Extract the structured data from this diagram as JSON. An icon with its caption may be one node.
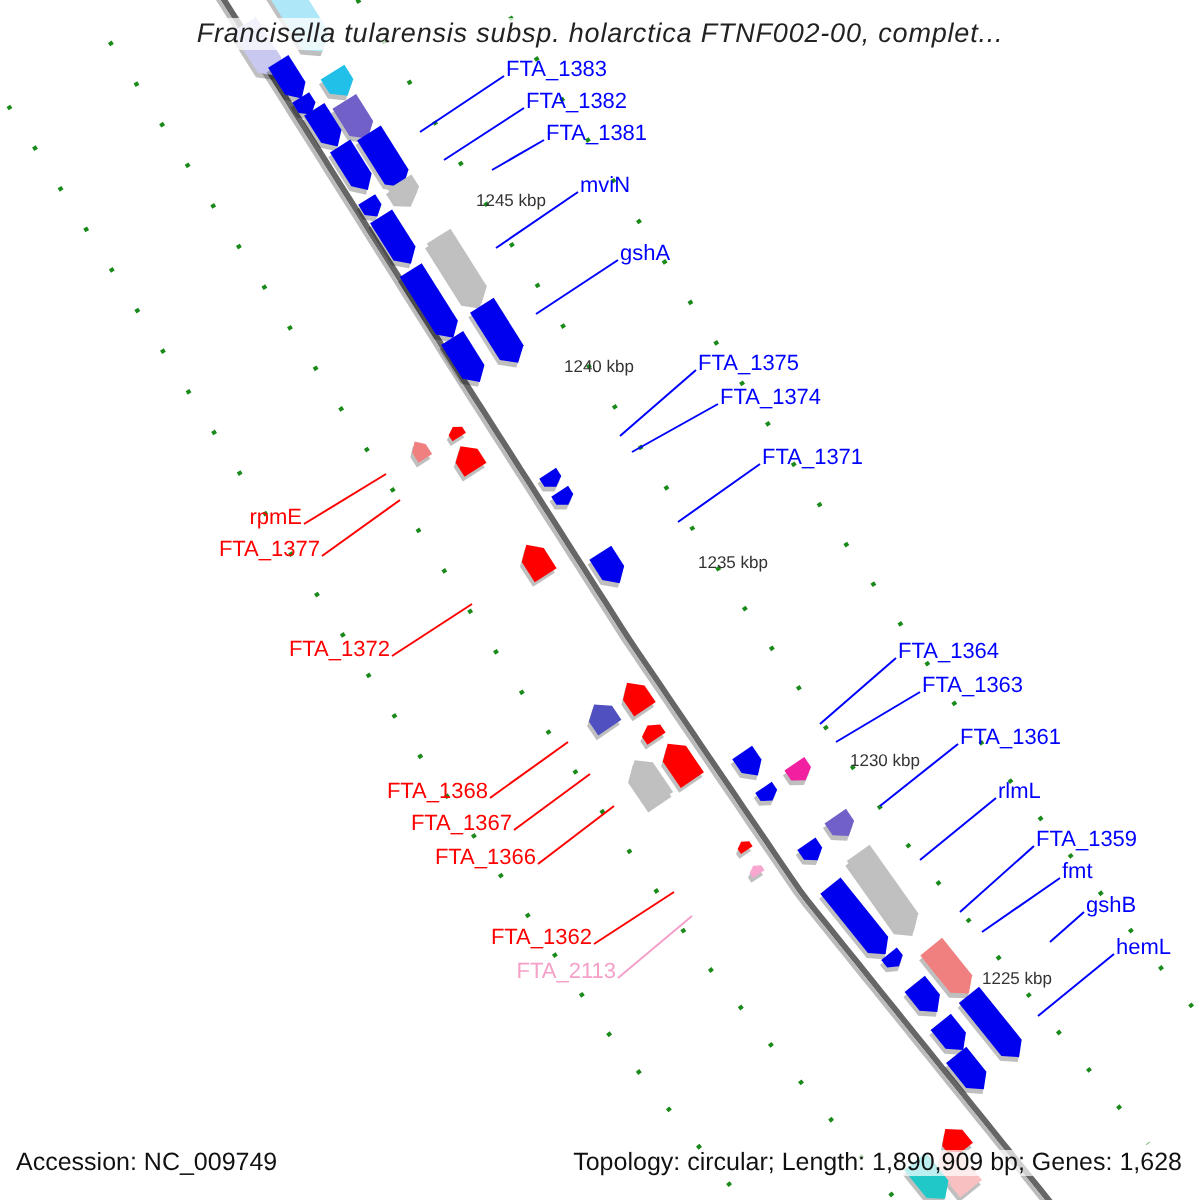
{
  "diagram": {
    "title": "Francisella tularensis subsp. holarctica FTNF002-00, complet...",
    "nodes": [
      {
        "text": [
          "FTA_1383"
        ]
      },
      {
        "text": [
          "FTA_1382"
        ]
      },
      {
        "text": [
          "FTA_1381"
        ]
      },
      {
        "text": [
          "mviN"
        ]
      },
      {
        "text": [
          "gshA"
        ]
      },
      {
        "text": [
          "FTA_1375"
        ]
      },
      {
        "text": [
          "FTA_1374"
        ]
      },
      {
        "text": [
          "FTA_1371"
        ]
      },
      {
        "text": [
          "rpmE"
        ]
      },
      {
        "text": [
          "FTA_1377"
        ]
      },
      {
        "text": [
          "FTA_1372"
        ]
      },
      {
        "text": [
          "FTA_1364"
        ]
      },
      {
        "text": [
          "FTA_1363"
        ]
      },
      {
        "text": [
          "FTA_1361"
        ]
      },
      {
        "text": [
          "FTA_1368"
        ]
      },
      {
        "text": [
          "rlmL"
        ]
      },
      {
        "text": [
          "FTA_1367"
        ]
      },
      {
        "text": [
          "FTA_1359"
        ]
      },
      {
        "text": [
          "FTA_1366"
        ]
      },
      {
        "text": [
          "fmt"
        ]
      },
      {
        "text": [
          "gshB"
        ]
      },
      {
        "text": [
          "FTA_1362"
        ]
      },
      {
        "text": [
          "hemL"
        ]
      },
      {
        "text": [
          "FTA_2113"
        ]
      }
    ],
    "edges": [
      {
        "from": 0,
        "to": null,
        "arrow": "none"
      },
      {
        "from": 1,
        "to": null,
        "arrow": "none"
      },
      {
        "from": 2,
        "to": null,
        "arrow": "none"
      },
      {
        "from": 3,
        "to": null,
        "arrow": "none"
      },
      {
        "from": 4,
        "to": null,
        "arrow": "none"
      },
      {
        "from": 5,
        "to": null,
        "arrow": "none"
      },
      {
        "from": 6,
        "to": null,
        "arrow": "none"
      },
      {
        "from": 7,
        "to": null,
        "arrow": "none"
      },
      {
        "from": 8,
        "to": null,
        "arrow": "none",
        "color": "#ff0000"
      },
      {
        "from": 9,
        "to": null,
        "arrow": "none",
        "color": "#ff0000"
      },
      {
        "from": 10,
        "to": null,
        "arrow": "none",
        "color": "#ff0000"
      },
      {
        "from": 11,
        "to": null,
        "arrow": "none"
      },
      {
        "from": 12,
        "to": null,
        "arrow": "none"
      },
      {
        "from": 13,
        "to": null,
        "arrow": "none"
      },
      {
        "from": 14,
        "to": null,
        "arrow": "none",
        "color": "#ff0000"
      },
      {
        "from": 15,
        "to": null,
        "arrow": "none"
      },
      {
        "from": 16,
        "to": null,
        "arrow": "none",
        "color": "#ff0000"
      },
      {
        "from": 17,
        "to": null,
        "arrow": "none"
      },
      {
        "from": 18,
        "to": null,
        "arrow": "none",
        "color": "#ff0000"
      },
      {
        "from": 19,
        "to": null,
        "arrow": "none"
      },
      {
        "from": 20,
        "to": null,
        "arrow": "none"
      },
      {
        "from": 21,
        "to": null,
        "arrow": "none",
        "color": "#ff0000"
      },
      {
        "from": 22,
        "to": null,
        "arrow": "none"
      },
      {
        "from": 23,
        "to": null,
        "arrow": "none",
        "color": "#f4a0c8"
      }
    ],
    "labels": [
      "1245 kbp",
      "1240 kbp",
      "1235 kbp",
      "1230 kbp",
      "1225 kbp",
      "Accession: NC_009749",
      "Topology: circular; Length: 1,890,909 bp; Genes: 1,628"
    ]
  }
}
